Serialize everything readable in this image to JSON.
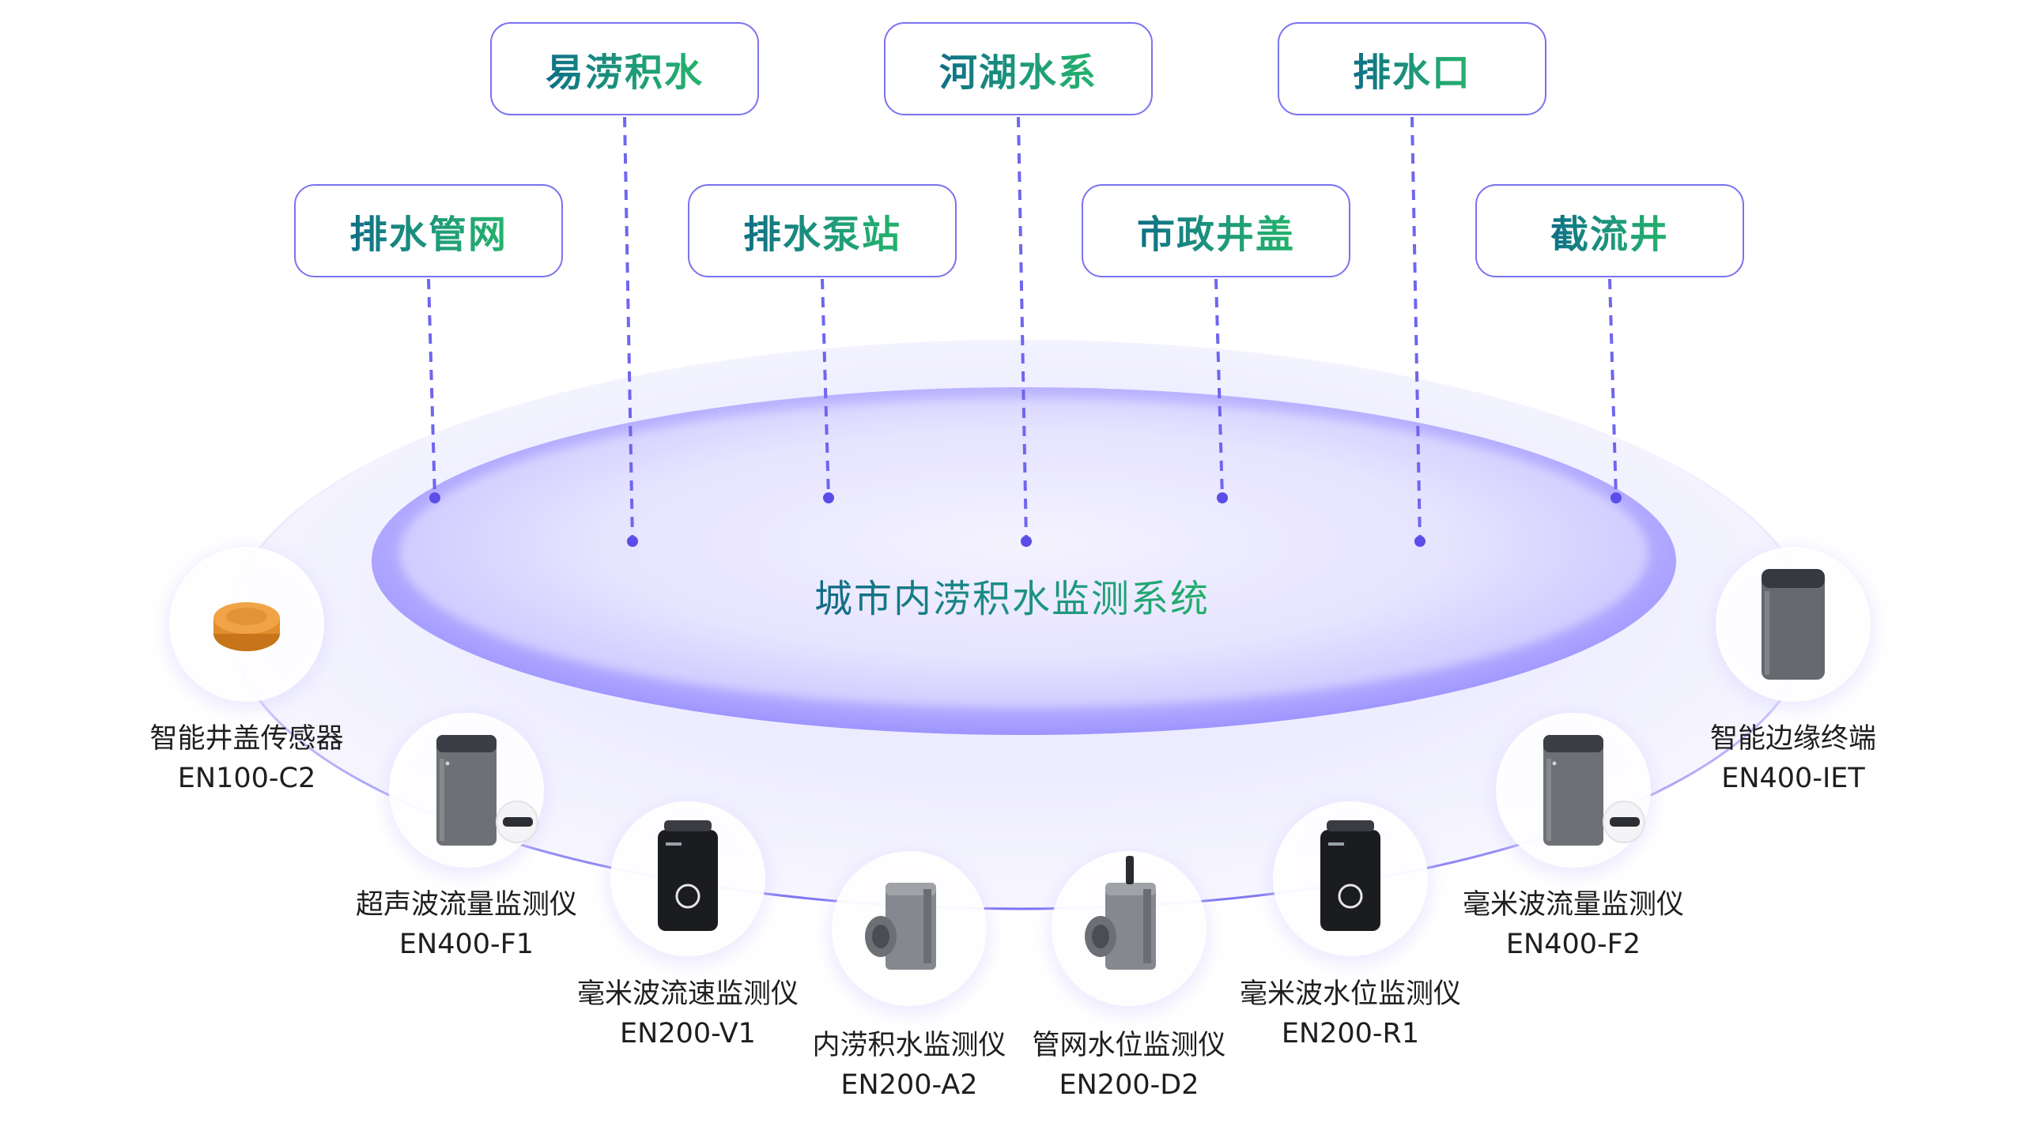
{
  "system_title": "城市内涝积水监测系统",
  "scenarios_top": [
    "易涝积水",
    "河湖水系",
    "排水口"
  ],
  "scenarios_bottom": [
    "排水管网",
    "排水泵站",
    "市政井盖",
    "截流井"
  ],
  "devices": [
    {
      "name": "智能井盖传感器",
      "model": "EN100-C2",
      "icon": "manhole-cover-sensor-icon"
    },
    {
      "name": "超声波流量监测仪",
      "model": "EN400-F1",
      "icon": "gray-box-sensor-icon"
    },
    {
      "name": "毫米波流速监测仪",
      "model": "EN200-V1",
      "icon": "black-radar-icon"
    },
    {
      "name": "内涝积水监测仪",
      "model": "EN200-A2",
      "icon": "pipe-monitor-icon"
    },
    {
      "name": "管网水位监测仪",
      "model": "EN200-D2",
      "icon": "pipe-monitor-antenna-icon"
    },
    {
      "name": "毫米波水位监测仪",
      "model": "EN200-R1",
      "icon": "black-radar-icon"
    },
    {
      "name": "毫米波流量监测仪",
      "model": "EN400-F2",
      "icon": "gray-box-sensor-icon"
    },
    {
      "name": "智能边缘终端",
      "model": "EN400-IET",
      "icon": "edge-terminal-icon"
    }
  ],
  "colors": {
    "accent": "#6f66ee",
    "dot": "#5b4ee8",
    "text_teal": "#0e6f87",
    "text_green": "#25b36b",
    "label_text": "#1e1e1e"
  }
}
